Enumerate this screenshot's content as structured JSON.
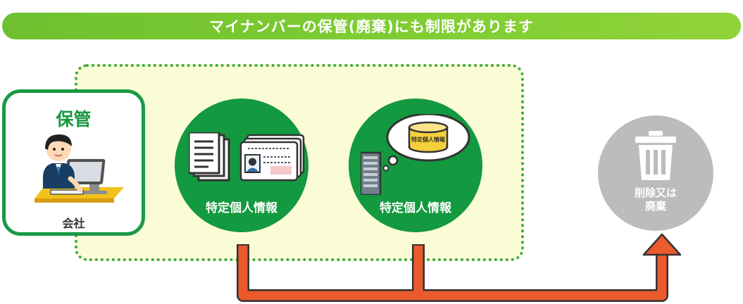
{
  "banner": {
    "title": "マイナンバーの保管(廃棄)にも制限があります"
  },
  "company": {
    "storage_label": "保管",
    "company_label": "会社"
  },
  "documents": {
    "label": "特定個人情報"
  },
  "server": {
    "label": "特定個人情報",
    "bubble_text": "特定個人情報"
  },
  "delete": {
    "label": "削除又は\n廃棄"
  },
  "colors": {
    "banner_green": "#7fcd33",
    "dark_green": "#13993f",
    "zone_fill": "#fafcd6",
    "arrow_orange": "#ea5a2d",
    "gray": "#bcbcbc"
  },
  "icons": [
    "person-at-computer-icon",
    "document-stack-icon",
    "id-card-icon",
    "server-icon",
    "database-icon",
    "trash-icon",
    "flow-arrow-icon"
  ]
}
